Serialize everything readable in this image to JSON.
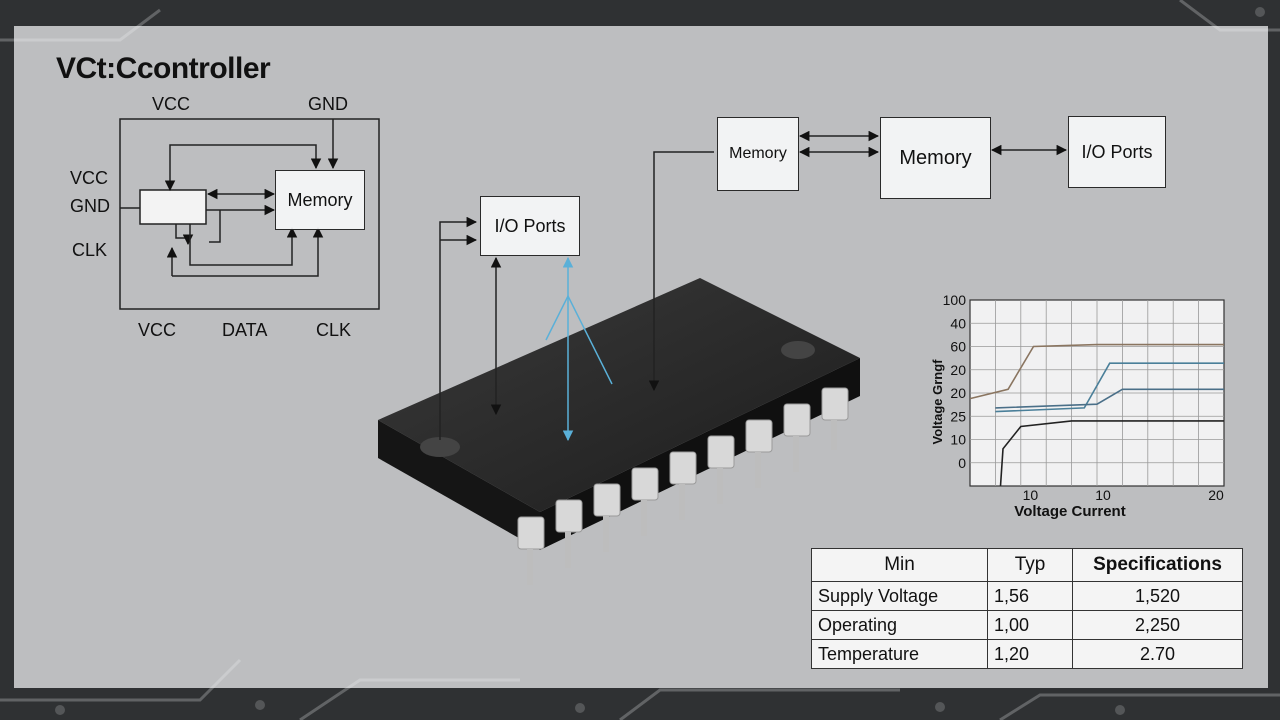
{
  "title": "VCt:Ccontroller",
  "schematic": {
    "top_labels": [
      "VCC",
      "GND"
    ],
    "left_labels": [
      "VCC",
      "GND",
      "CLK"
    ],
    "bottom_labels": [
      "VCC",
      "DATA",
      "CLK"
    ],
    "memory_label": "Memory"
  },
  "blocks": {
    "io_ports_center": "I/O Ports",
    "memory_small": "Memory",
    "memory_large": "Memory",
    "io_ports_right": "I/O Ports"
  },
  "chart_data": {
    "type": "line",
    "title": "",
    "xlabel": "Voltage Current",
    "ylabel": "Voltage Grngf",
    "x_tick_labels": [
      "10",
      "10",
      "20"
    ],
    "y_tick_labels": [
      "100",
      "40",
      "60",
      "20",
      "20",
      "25",
      "10",
      "0"
    ],
    "grid": true,
    "series": [
      {
        "color": "#8a7560",
        "points": [
          [
            0.0,
            0.47
          ],
          [
            0.15,
            0.52
          ],
          [
            0.25,
            0.75
          ],
          [
            0.5,
            0.76
          ],
          [
            1.0,
            0.76
          ]
        ]
      },
      {
        "color": "#4a7f99",
        "points": [
          [
            0.1,
            0.4
          ],
          [
            0.45,
            0.42
          ],
          [
            0.55,
            0.66
          ],
          [
            1.0,
            0.66
          ]
        ]
      },
      {
        "color": "#4a6f88",
        "points": [
          [
            0.1,
            0.42
          ],
          [
            0.5,
            0.44
          ],
          [
            0.6,
            0.52
          ],
          [
            1.0,
            0.52
          ]
        ]
      },
      {
        "color": "#222222",
        "points": [
          [
            0.12,
            0.0
          ],
          [
            0.13,
            0.2
          ],
          [
            0.2,
            0.32
          ],
          [
            0.4,
            0.35
          ],
          [
            1.0,
            0.35
          ]
        ]
      }
    ]
  },
  "spec_table": {
    "headers": [
      "Min",
      "Typ",
      "Specifications"
    ],
    "rows": [
      [
        "Supply Voltage",
        "1,56",
        "1,520"
      ],
      [
        "Operating",
        "1,00",
        "2,250"
      ],
      [
        "Temperature",
        "1,20",
        "2.70"
      ]
    ]
  }
}
